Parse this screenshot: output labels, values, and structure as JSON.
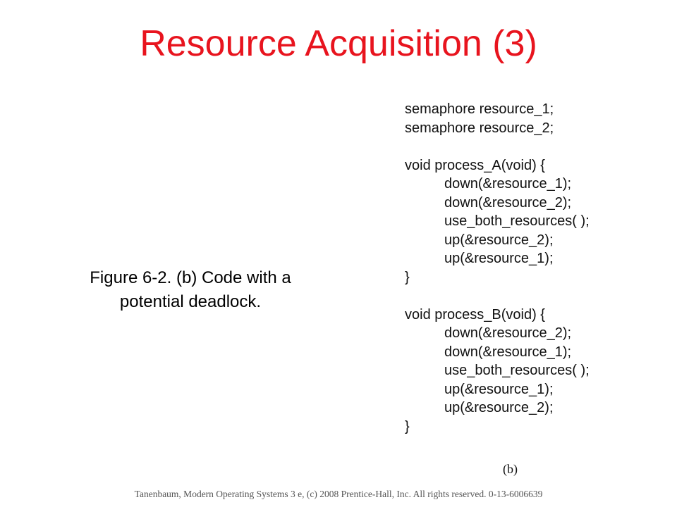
{
  "slide": {
    "title": "Resource Acquisition (3)",
    "caption_line1": "Figure 6-2. (b) Code with a",
    "caption_line2": "potential deadlock.",
    "figure_label": "(b)",
    "footer": "Tanenbaum, Modern Operating Systems 3 e, (c) 2008 Prentice-Hall, Inc. All rights reserved. 0-13-6006639"
  },
  "code": {
    "lines": [
      "semaphore resource_1;",
      "semaphore resource_2;",
      "",
      "void process_A(void) {",
      "down(&resource_1);",
      "down(&resource_2);",
      "use_both_resources( );",
      "up(&resource_2);",
      "up(&resource_1);",
      "}",
      "",
      "void process_B(void) {",
      "down(&resource_2);",
      "down(&resource_1);",
      "use_both_resources( );",
      "up(&resource_1);",
      "up(&resource_2);",
      "}"
    ]
  }
}
